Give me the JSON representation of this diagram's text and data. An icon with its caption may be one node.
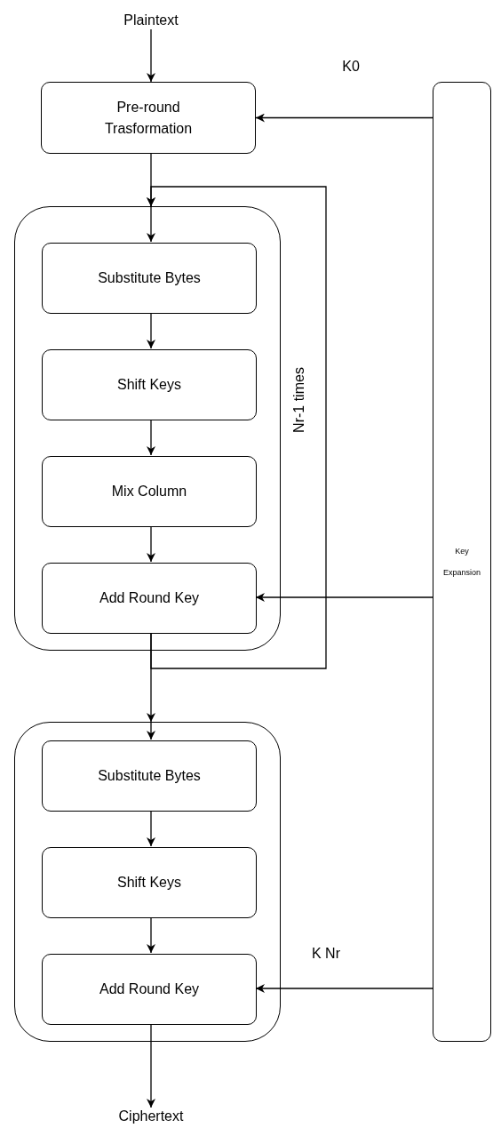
{
  "diagram": {
    "nodes": [
      {
        "text": [
          "Plaintext"
        ]
      },
      {
        "text": [
          "Pre-round Trasformation"
        ]
      },
      {
        "text": [],
        "shape": "box"
      },
      {
        "text": [
          "Substitute Bytes"
        ],
        "in": 2
      },
      {
        "text": [
          "Shift Keys"
        ],
        "in": 2
      },
      {
        "text": [
          "Mix Column"
        ],
        "in": 2
      },
      {
        "text": [
          "Add Round Key"
        ],
        "in": 2
      },
      {
        "text": [],
        "shape": "box"
      },
      {
        "text": [
          "Substitute Bytes"
        ],
        "in": 7
      },
      {
        "text": [
          "Shift Keys"
        ],
        "in": 7
      },
      {
        "text": [
          "Add Round Key"
        ],
        "in": 7
      },
      {
        "text": [
          "Ciphertext"
        ]
      },
      {
        "text": [
          "Key Expansion"
        ]
      }
    ],
    "edges": [
      {
        "from": 0,
        "to": 1,
        "arrow": "to"
      },
      {
        "from": 1,
        "to": 2,
        "arrow": "to"
      },
      {
        "from": 2,
        "to": 3,
        "arrow": "to"
      },
      {
        "from": 3,
        "to": 4,
        "arrow": "to"
      },
      {
        "from": 4,
        "to": 5,
        "arrow": "to"
      },
      {
        "from": 5,
        "to": 6,
        "arrow": "to"
      },
      {
        "from": 6,
        "to": 7,
        "arrow": "to"
      },
      {
        "from": 6,
        "to": 2,
        "arrow": "to",
        "label": "Nr-1 times"
      },
      {
        "from": 7,
        "to": 8,
        "arrow": "to"
      },
      {
        "from": 8,
        "to": 9,
        "arrow": "to"
      },
      {
        "from": 9,
        "to": 10,
        "arrow": "to"
      },
      {
        "from": 10,
        "to": 11,
        "arrow": "to"
      },
      {
        "from": 12,
        "to": 1,
        "arrow": "to",
        "label": "K0"
      },
      {
        "from": 12,
        "to": 6,
        "arrow": "to"
      },
      {
        "from": 12,
        "to": 10,
        "arrow": "to",
        "label": "K Nr"
      }
    ]
  }
}
